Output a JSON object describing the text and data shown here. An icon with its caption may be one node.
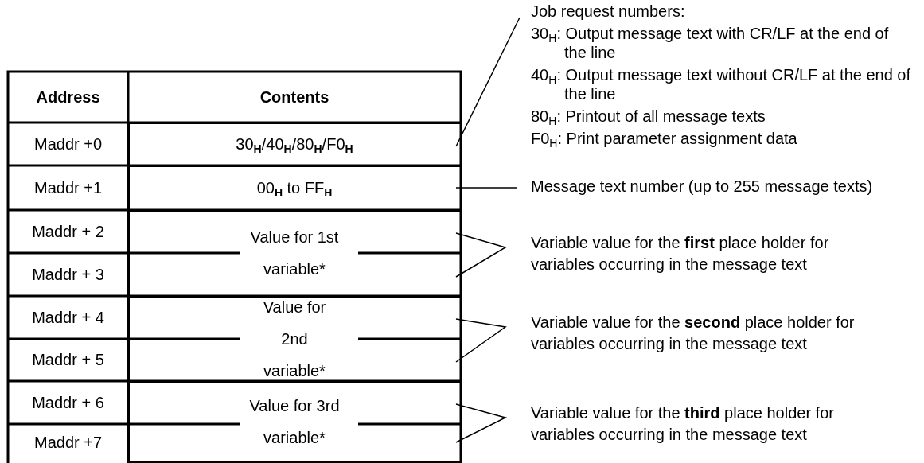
{
  "diagram": {
    "nodes": [
      {
        "text": [
          "30$_{H}$/40$_{H}$/80$_{H}$/F0$_{H}$"
        ]
      },
      {
        "text": [
          "00$_{H}$ to FF$_{H}$"
        ]
      },
      {
        "text": [
          "Value for 1st variable*"
        ]
      },
      {
        "text": [
          "Value for 2nd variable*"
        ]
      },
      {
        "text": [
          "Value for 3rd variable*"
        ]
      },
      {
        "text": [
          "Job request numbers:",
          "30$_{H}$: Output message text with CR/LF at the end of the line",
          "40$_{H}$: Output message text without CR/LF at the end of the line",
          "80$_{H}$: Printout of all message texts",
          "F0$_{H}$: Print parameter assignment data"
        ]
      },
      {
        "text": [
          "Message text number (up to 255 message texts)"
        ]
      },
      {
        "text": [
          "Variable value for the **first** place holder for variables occurring in the message text"
        ]
      },
      {
        "text": [
          "Variable value for the **second** place holder for variables occurring in the message text"
        ]
      },
      {
        "text": [
          "Variable value for the **third** place holder for variables occurring in the message text"
        ]
      }
    ],
    "edges": [
      {
        "from": 5,
        "to": 0,
        "arrow": "none"
      },
      {
        "from": 6,
        "to": 1,
        "arrow": "none"
      },
      {
        "from": 7,
        "to": 2,
        "arrow": "none"
      },
      {
        "from": 8,
        "to": 3,
        "arrow": "none"
      },
      {
        "from": 9,
        "to": 4,
        "arrow": "none"
      }
    ],
    "labels": [
      "Address",
      "Contents",
      "Maddr +0",
      "Maddr +1",
      "Maddr + 2",
      "Maddr + 3",
      "Maddr + 4",
      "Maddr + 5",
      "Maddr + 6",
      "Maddr +7"
    ]
  }
}
